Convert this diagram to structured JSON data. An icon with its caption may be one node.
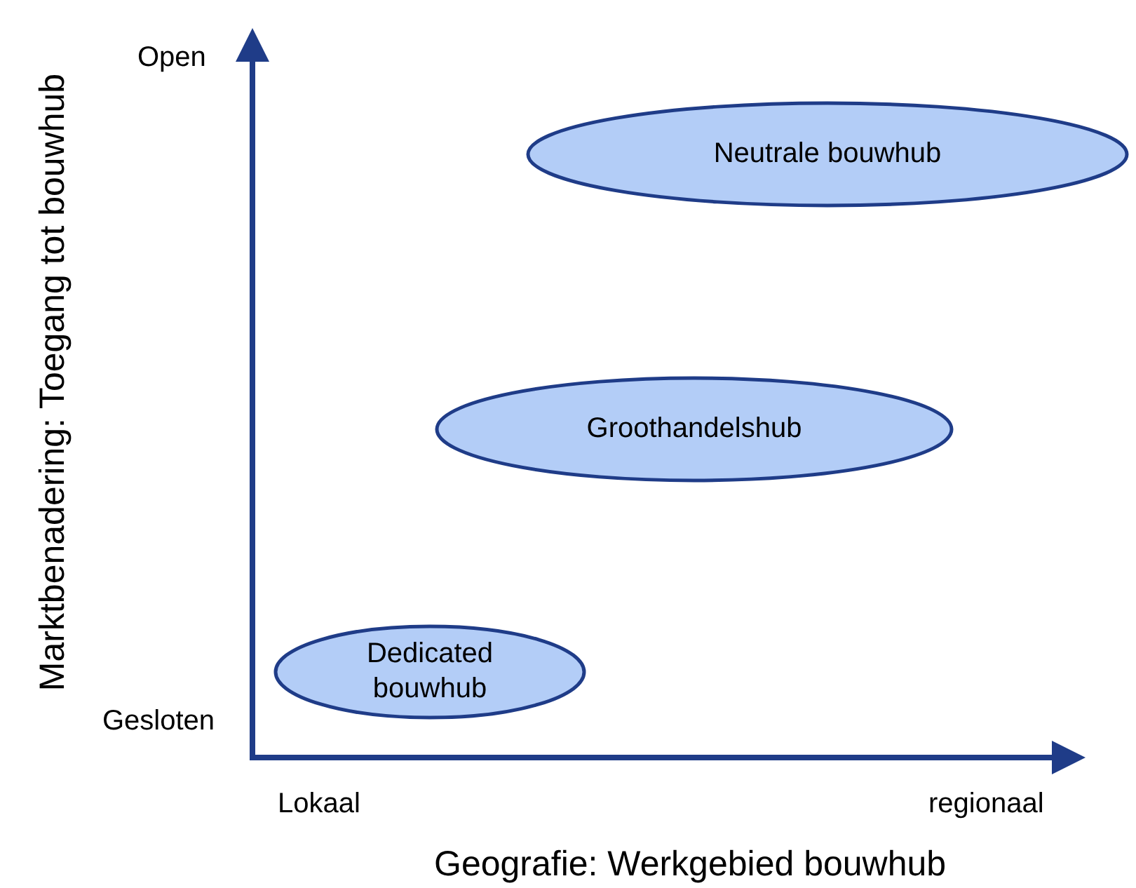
{
  "diagram": {
    "nodes": [
      {
        "text": [
          "Neutrale bouwhub"
        ]
      },
      {
        "text": [
          "Groothandelshub"
        ]
      },
      {
        "text": [
          "Dedicated bouwhub"
        ]
      }
    ],
    "labels": [
      "Open",
      "Gesloten",
      "Marktbenadering:  Toegang tot bouwhub",
      "Lokaal",
      "regionaal",
      "Geografie: Werkgebied bouwhub"
    ]
  }
}
